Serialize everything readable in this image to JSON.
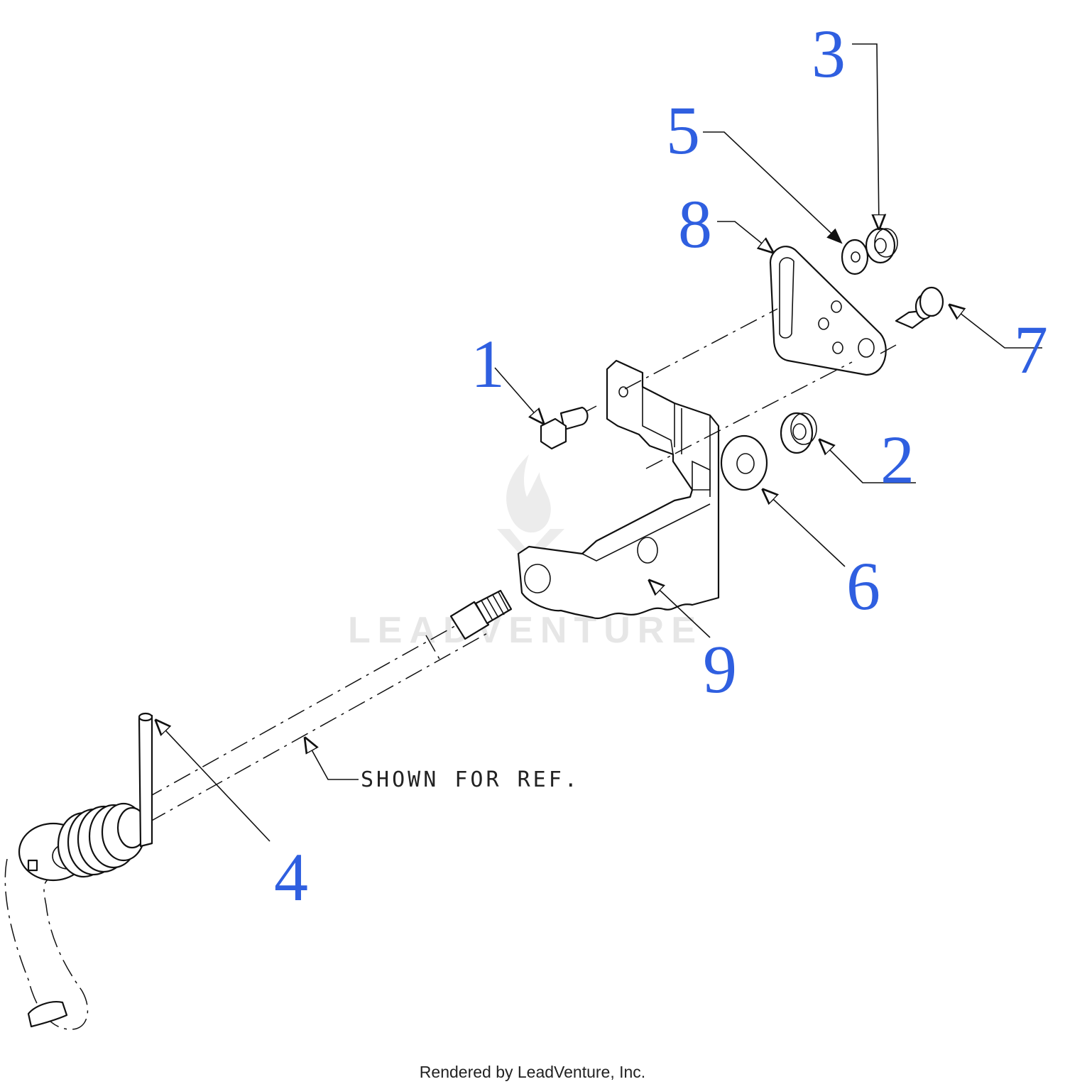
{
  "diagram": {
    "callouts": [
      {
        "id": "1",
        "label": "1"
      },
      {
        "id": "2",
        "label": "2"
      },
      {
        "id": "3",
        "label": "3"
      },
      {
        "id": "4",
        "label": "4"
      },
      {
        "id": "5",
        "label": "5"
      },
      {
        "id": "6",
        "label": "6"
      },
      {
        "id": "7",
        "label": "7"
      },
      {
        "id": "8",
        "label": "8"
      },
      {
        "id": "9",
        "label": "9"
      }
    ],
    "reference_note": "SHOWN FOR REF.",
    "watermark": "LEADVENTURE",
    "colors": {
      "callout": "#2f5fe0",
      "line": "#111111",
      "watermark": "#e6e6e6"
    }
  },
  "footer": {
    "credit": "Rendered by LeadVenture, Inc."
  }
}
